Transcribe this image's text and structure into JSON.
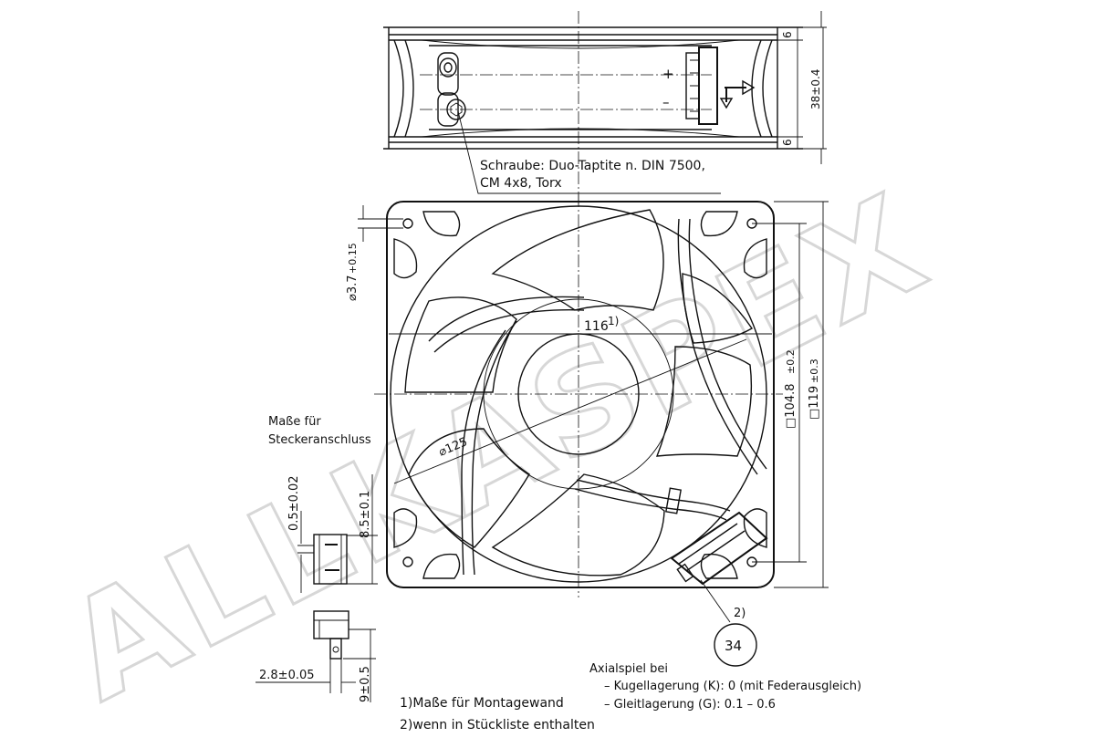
{
  "watermark": {
    "text": "ALLKASPEX"
  },
  "side_view": {
    "screw_note_line1": "Schraube: Duo-Taptite n. DIN 7500,",
    "screw_note_line2": "CM 4x8, Torx",
    "dim_top": "6",
    "dim_height": "38±0.4",
    "dim_bottom": "6",
    "plus_sign": "+",
    "minus_sign": "–"
  },
  "front_view": {
    "hole_diameter": "⌀3.7",
    "hole_tol": "+0.15",
    "width_116": "116",
    "width_116_note": "1)",
    "diameter_125": "⌀125",
    "square_104": "□104.8",
    "square_104_tol": "±0.2",
    "square_119": "□119",
    "square_119_tol": "±0.3",
    "balloon_note": "2)",
    "balloon_number": "34"
  },
  "connector": {
    "label_line1": "Maße für",
    "label_line2": "Steckeranschluss",
    "dim_05": "0.5±0.02",
    "dim_85": "8.5±0.1",
    "dim_28": "2.8±0.05",
    "dim_9": "9±0.5"
  },
  "notes": {
    "note1": "1)Maße für Montagewand",
    "note2": "2)wenn in Stückliste enthalten",
    "axial_title": "Axialspiel bei",
    "axial_line1": "– Kugellagerung (K): 0 (mit Federausgleich)",
    "axial_line2": "– Gleitlagerung (G): 0.1 – 0.6"
  }
}
